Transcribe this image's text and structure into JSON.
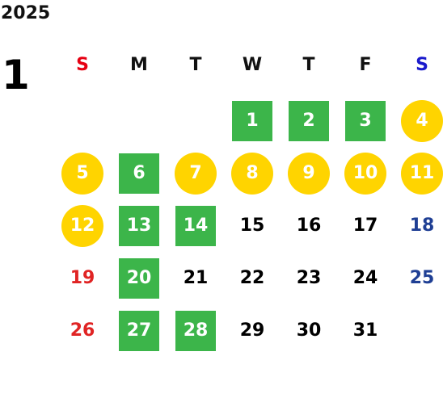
{
  "calendar": {
    "year": "2025",
    "month": "1",
    "weekdays": [
      {
        "label": "S",
        "color": "#e60012"
      },
      {
        "label": "M",
        "color": "#111111"
      },
      {
        "label": "T",
        "color": "#111111"
      },
      {
        "label": "W",
        "color": "#111111"
      },
      {
        "label": "T",
        "color": "#111111"
      },
      {
        "label": "F",
        "color": "#111111"
      },
      {
        "label": "S",
        "color": "#1a1acc"
      }
    ],
    "days": [
      {
        "day": "1",
        "style": "green"
      },
      {
        "day": "2",
        "style": "green"
      },
      {
        "day": "3",
        "style": "green"
      },
      {
        "day": "4",
        "style": "yellow"
      },
      {
        "day": "5",
        "style": "yellow"
      },
      {
        "day": "6",
        "style": "green"
      },
      {
        "day": "7",
        "style": "yellow"
      },
      {
        "day": "8",
        "style": "yellow"
      },
      {
        "day": "9",
        "style": "yellow"
      },
      {
        "day": "10",
        "style": "yellow"
      },
      {
        "day": "11",
        "style": "yellow"
      },
      {
        "day": "12",
        "style": "yellow"
      },
      {
        "day": "13",
        "style": "green"
      },
      {
        "day": "14",
        "style": "green"
      },
      {
        "day": "15",
        "style": "plain"
      },
      {
        "day": "16",
        "style": "plain"
      },
      {
        "day": "17",
        "style": "plain"
      },
      {
        "day": "18",
        "style": "blue"
      },
      {
        "day": "19",
        "style": "red"
      },
      {
        "day": "20",
        "style": "green"
      },
      {
        "day": "21",
        "style": "plain"
      },
      {
        "day": "22",
        "style": "plain"
      },
      {
        "day": "23",
        "style": "plain"
      },
      {
        "day": "24",
        "style": "plain"
      },
      {
        "day": "25",
        "style": "blue"
      },
      {
        "day": "26",
        "style": "red"
      },
      {
        "day": "27",
        "style": "green"
      },
      {
        "day": "28",
        "style": "green"
      },
      {
        "day": "29",
        "style": "plain"
      },
      {
        "day": "30",
        "style": "plain"
      },
      {
        "day": "31",
        "style": "plain"
      }
    ],
    "colors": {
      "green_fill": "#3cb54a",
      "yellow_fill": "#ffd400",
      "sunday_text": "#e02424",
      "saturday_text": "#1f3f94"
    }
  }
}
